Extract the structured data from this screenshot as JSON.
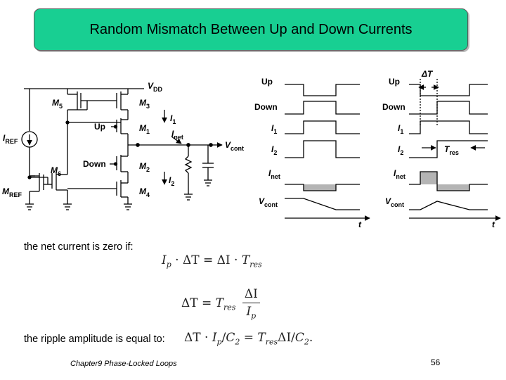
{
  "title": "Random Mismatch Between Up and Down Currents",
  "circuit": {
    "vdd": "V",
    "vdd_sub": "DD",
    "m5": "M",
    "m5_sub": "5",
    "m3": "M",
    "m3_sub": "3",
    "m1": "M",
    "m1_sub": "1",
    "m2": "M",
    "m2_sub": "2",
    "m4": "M",
    "m4_sub": "4",
    "m6": "M",
    "m6_sub": "6",
    "mref": "M",
    "mref_sub": "REF",
    "iref": "I",
    "iref_sub": "REF",
    "up": "Up",
    "down": "Down",
    "i1": "I",
    "i1_sub": "1",
    "inet": "I",
    "inet_sub": "net",
    "i2": "I",
    "i2_sub": "2",
    "vcont": "V",
    "vcont_sub": "cont"
  },
  "timing_left": {
    "up": "Up",
    "down": "Down",
    "i1": "I",
    "i1_sub": "1",
    "i2": "I",
    "i2_sub": "2",
    "inet": "I",
    "inet_sub": "net",
    "vcont": "V",
    "vcont_sub": "cont",
    "t": "t"
  },
  "timing_right": {
    "delta_t": "ΔT",
    "up": "Up",
    "down": "Down",
    "i1": "I",
    "i1_sub": "1",
    "i2": "I",
    "i2_sub": "2",
    "tres": "T",
    "tres_sub": "res",
    "inet": "I",
    "inet_sub": "net",
    "vcont": "V",
    "vcont_sub": "cont",
    "t": "t"
  },
  "text": {
    "net_current": "the net current is zero if:",
    "ripple": "the ripple amplitude is equal to:"
  },
  "equations": {
    "eq1": {
      "a": "I",
      "a_sub": "p",
      "b": " · ΔT = ΔI · ",
      "c": "T",
      "c_sub": "res"
    },
    "eq2": {
      "lhs": "ΔT = ",
      "t": "T",
      "t_sub": "res",
      "num": "ΔI",
      "den": "I",
      "den_sub": "p"
    },
    "eq3": {
      "a": "ΔT · ",
      "ip": "I",
      "ip_sub": "p",
      "b": "/",
      "c1": "C",
      "c1_sub": "2",
      "eq": " = ",
      "t": "T",
      "t_sub": "res",
      "di": "ΔI/",
      "c2": "C",
      "c2_sub": "2",
      "end": "."
    }
  },
  "footer": "Chapter9 Phase-Locked Loops",
  "page_number": "56",
  "colors": {
    "title_bg": "#18cf92",
    "inet_fill": "#b4b4b4"
  }
}
